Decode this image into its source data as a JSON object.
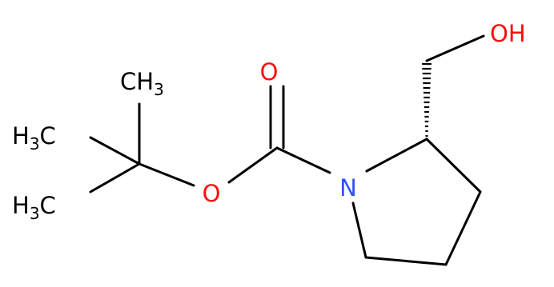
{
  "atoms": {
    "oh": {
      "text": "OH",
      "color": "#ff0d0d"
    },
    "carbonyl_o": {
      "text": "O",
      "color": "#ff0d0d"
    },
    "ester_o": {
      "text": "O",
      "color": "#ff0d0d"
    },
    "n": {
      "text": "N",
      "color": "#3050f8"
    },
    "ch3_top": {
      "main": "CH",
      "sub": "3",
      "color": "#000000"
    },
    "ch3_mid": {
      "main": "H",
      "sub": "3",
      "tail": "C",
      "color": "#000000"
    },
    "ch3_bot": {
      "main": "H",
      "sub": "3",
      "tail": "C",
      "color": "#000000"
    }
  }
}
